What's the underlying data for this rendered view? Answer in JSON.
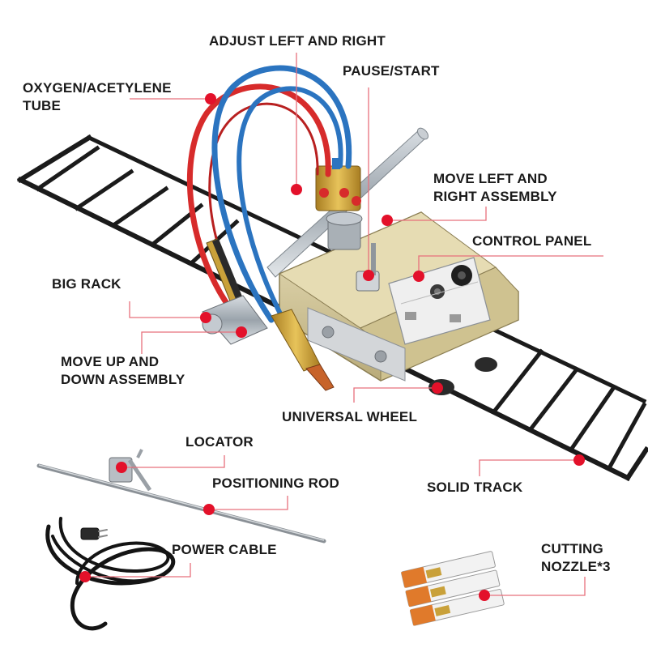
{
  "labels": {
    "adjust": "ADJUST LEFT AND RIGHT",
    "pause": "PAUSE/START",
    "oxygen_1": "OXYGEN/ACETYLENE",
    "oxygen_2": "TUBE",
    "move_lr_1": "MOVE LEFT AND",
    "move_lr_2": "RIGHT ASSEMBLY",
    "control": "CONTROL PANEL",
    "big_rack": "BIG RACK",
    "updown_1": "MOVE UP AND",
    "updown_2": "DOWN ASSEMBLY",
    "wheel": "UNIVERSAL WHEEL",
    "locator": "LOCATOR",
    "rod": "POSITIONING ROD",
    "track": "SOLID TRACK",
    "cable": "POWER CABLE",
    "nozzle_1": "CUTTING",
    "nozzle_2": "NOZZLE*3"
  },
  "colors": {
    "marker": "#e3112a",
    "leader": "#e8707c",
    "track": "#1b1b1b",
    "machine_body": "#d9cc9b",
    "control_panel": "#eeeeee",
    "hose_red": "#d72b2b",
    "hose_blue": "#2b74c0",
    "brass": "#c9a13a",
    "nozzle_box": "#e07a2b"
  }
}
